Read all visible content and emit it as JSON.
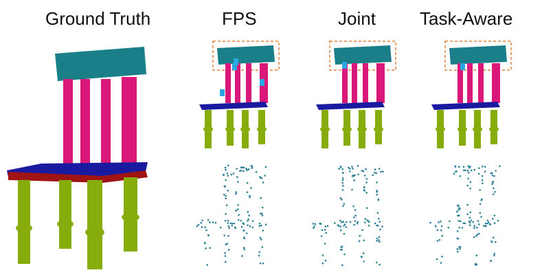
{
  "titles": {
    "ground_truth": "Ground Truth",
    "fps": "FPS",
    "joint": "Joint",
    "task_aware": "Task-Aware"
  },
  "colors": {
    "backrest": "#1b7f8a",
    "spindle": "#d9187a",
    "seat": "#1a1aa0",
    "seat_edge": "#a01414",
    "leg": "#86ad0c",
    "highlight": "#2aa7e0",
    "sample_point": "#2b7f96",
    "roi_box": "#e0823a"
  },
  "panels": [
    {
      "name": "fps"
    },
    {
      "name": "joint"
    },
    {
      "name": "task-aware"
    }
  ]
}
